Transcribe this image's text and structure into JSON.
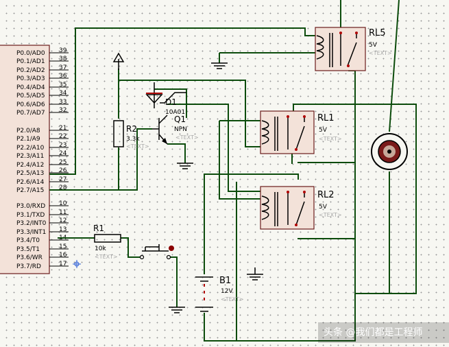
{
  "mcu": {
    "pins_left": [
      "P0.0/AD0",
      "P0.1/AD1",
      "P0.2/AD2",
      "P0.3/AD3",
      "P0.4/AD4",
      "P0.5/AD5",
      "P0.6/AD6",
      "P0.7/AD7",
      "P2.0/A8",
      "P2.1/A9",
      "P2.2/A10",
      "P2.3/A11",
      "P2.4/A12",
      "P2.5/A13",
      "P2.6/A14",
      "P2.7/A15",
      "P3.0/RXD",
      "P3.1/TXD",
      "P3.2/INT0",
      "P3.3/INT1",
      "P3.4/T0",
      "P3.5/T1",
      "P3.6/WR",
      "P3.7/RD"
    ],
    "pin_numbers": [
      "39",
      "38",
      "37",
      "36",
      "35",
      "34",
      "33",
      "32",
      "21",
      "22",
      "23",
      "24",
      "25",
      "26",
      "27",
      "28",
      "10",
      "11",
      "12",
      "13",
      "14",
      "15",
      "16",
      "17"
    ]
  },
  "components": {
    "rl5": {
      "name": "RL5",
      "value": "5V",
      "text": "<TEXT>"
    },
    "rl1": {
      "name": "RL1",
      "value": "5V",
      "text": "<TEXT>"
    },
    "rl2": {
      "name": "RL2",
      "value": "5V",
      "text": "<TEXT>"
    },
    "d1": {
      "name": "D1",
      "value": "10A01"
    },
    "q1": {
      "name": "Q1",
      "value": "NPN",
      "text": "<TEXT>"
    },
    "r2": {
      "name": "R2",
      "value": "3.3k",
      "text": "<TEXT>"
    },
    "r1": {
      "name": "R1",
      "value": "10k",
      "text": "<TEXT>"
    },
    "b1": {
      "name": "B1",
      "value": "12V",
      "text": "<TEXT>"
    }
  },
  "watermark": "头条 @我们都是工程师",
  "colors": {
    "wire": "#0b4b0b",
    "component": "#000000",
    "component_accent": "#b00000",
    "relay_fill": "#f3e2d9",
    "grid_dot": "#9a9a9a"
  }
}
